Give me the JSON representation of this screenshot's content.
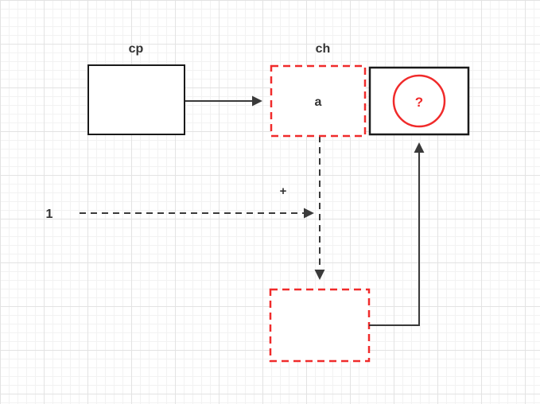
{
  "diagram": {
    "labels": {
      "cp": "cp",
      "ch": "ch",
      "a": "a",
      "plus": "+",
      "one": "1",
      "question": "?"
    },
    "colors": {
      "red": "#f02b2b",
      "line": "#3a3a3a",
      "border": "#1a1a1a",
      "text": "#333333"
    }
  }
}
